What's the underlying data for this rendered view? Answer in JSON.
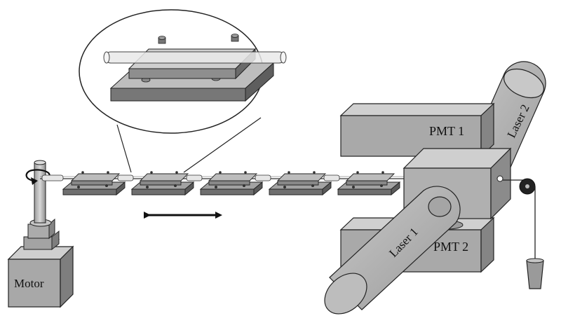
{
  "labels": {
    "pmt1": "PMT 1",
    "pmt2": "PMT 2",
    "laser1": "Laser 1",
    "laser2": "Laser 2",
    "motor": "Motor"
  },
  "colors": {
    "stroke": "#1a1a1a",
    "box_front": "#a8a8a8",
    "box_top": "#cfcfcf",
    "box_side": "#8a8a8a",
    "holder_dark": "#6e6e6e",
    "holder_mid": "#8f8f8f",
    "tube_glass": "#e6e6e6"
  },
  "icons": {
    "rotation": "curved-rotation-arrow-icon",
    "translation": "double-headed-arrow-icon",
    "pulley": "pulley-icon",
    "weight": "hanging-weight-icon"
  }
}
